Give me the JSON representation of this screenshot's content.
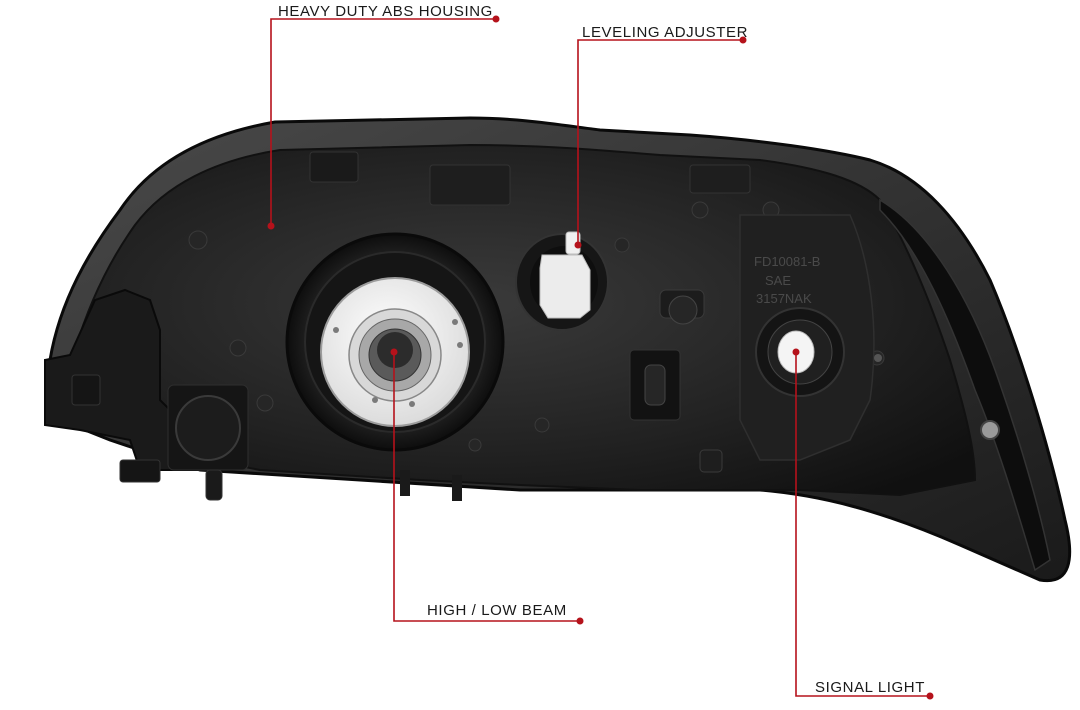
{
  "callouts": {
    "housing": "HEAVY DUTY ABS HOUSING",
    "leveling": "LEVELING ADJUSTER",
    "beam": "HIGH / LOW BEAM",
    "signal": "SIGNAL LIGHT"
  },
  "housing_stamp": {
    "line1": "FD10081-B",
    "line2": "SAE",
    "line3": "3157NAK"
  },
  "colors": {
    "callout_line": "#b5121b",
    "housing": "#1c1c1c",
    "background": "#ffffff"
  }
}
